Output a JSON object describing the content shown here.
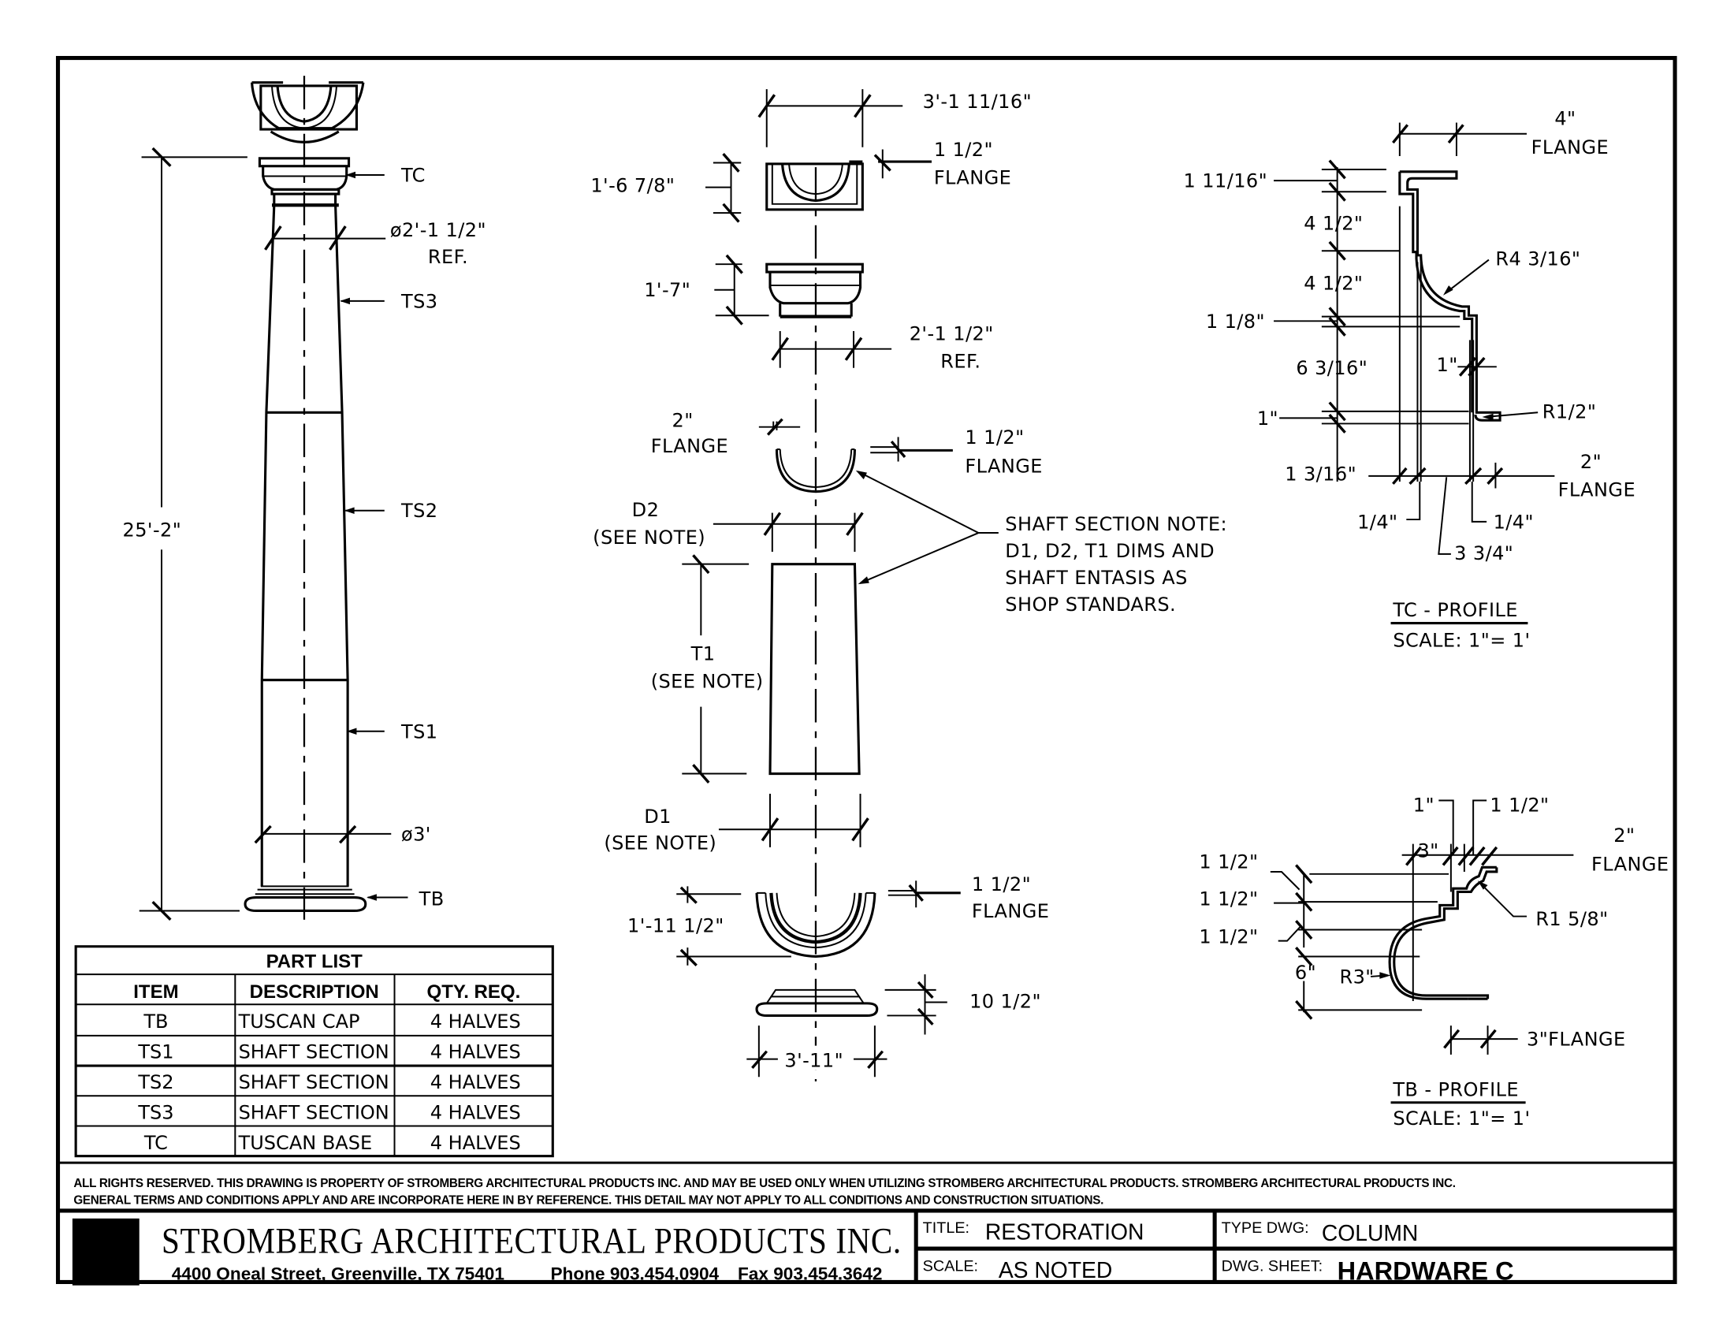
{
  "drawing": {
    "elevation": {
      "overall_height": "25'-2\"",
      "top_diameter": "ø2'-1 1/2\"",
      "top_diameter_note": "REF.",
      "bottom_diameter": "ø3'",
      "callouts": [
        "TC",
        "TS3",
        "TS2",
        "TS1",
        "TB"
      ]
    },
    "exploded": {
      "cap_width": "3'-1 11/16\"",
      "cap_height": "1'-6 7/8\"",
      "cap_flange": "1 1/2\"",
      "flange_word": "FLANGE",
      "capital_height": "1'-7\"",
      "capital_neck_dia": "2'-1 1/2\"",
      "ref_word": "REF.",
      "shaft_flange_left": "2\"",
      "shaft_flange_right": "1 1/2\"",
      "d2": "D2",
      "d1": "D1",
      "t1": "T1",
      "see_note": "(SEE NOTE)",
      "note_lines": [
        "SHAFT SECTION NOTE:",
        "D1, D2, T1 DIMS AND",
        "SHAFT ENTASIS AS",
        "SHOP STANDARS."
      ],
      "base_plan_height": "1'-11 1/2\"",
      "base_plan_flange": "1 1/2\"",
      "base_height": "10 1/2\"",
      "base_width": "3'-11\""
    },
    "tc_profile": {
      "flange_top": "4\"",
      "flange_word": "FLANGE",
      "d_1_11_16": "1 11/16\"",
      "d_4_1_2_a": "4 1/2\"",
      "d_4_1_2_b": "4 1/2\"",
      "d_1_1_8": "1 1/8\"",
      "d_6_3_16": "6 3/16\"",
      "d_1": "1\"",
      "d_1_inner": "1\"",
      "r_4_3_16": "R4 3/16\"",
      "r_1_2": "R1/2\"",
      "d_1_3_16": "1 3/16\"",
      "d_1_4_left": "1/4\"",
      "d_1_4_right": "1/4\"",
      "d_3_3_4": "3 3/4\"",
      "flange_bottom": "2\"",
      "title": "TC  -  PROFILE",
      "scale": "SCALE:  1\"=  1'"
    },
    "tb_profile": {
      "d_1": "1\"",
      "d_1_1_2_top": "1 1/2\"",
      "d_3": "3\"",
      "flange_top": "2\"",
      "flange_word": "FLANGE",
      "rise_1": "1 1/2\"",
      "rise_2": "1 1/2\"",
      "rise_3": "1 1/2\"",
      "d_6": "6\"",
      "r_3": "R3\"",
      "r_1_5_8": "R1 5/8\"",
      "flange_bottom": "3\"FLANGE",
      "title": "TB  -  PROFILE",
      "scale": "SCALE:  1\"=  1'"
    }
  },
  "part_list": {
    "title": "PART LIST",
    "headers": [
      "ITEM",
      "DESCRIPTION",
      "QTY. REQ."
    ],
    "rows": [
      [
        "TB",
        "TUSCAN  CAP",
        "4  HALVES"
      ],
      [
        "TS1",
        "SHAFT  SECTION",
        "4  HALVES"
      ],
      [
        "TS2",
        "SHAFT  SECTION",
        "4  HALVES"
      ],
      [
        "TS3",
        "SHAFT  SECTION",
        "4  HALVES"
      ],
      [
        "TC",
        "TUSCAN  BASE",
        "4  HALVES"
      ]
    ]
  },
  "disclaimer": [
    "ALL RIGHTS RESERVED. THIS DRAWING IS PROPERTY OF STROMBERG ARCHITECTURAL PRODUCTS INC. AND MAY BE USED ONLY WHEN UTILIZING STROMBERG ARCHITECTURAL PRODUCTS.  STROMBERG ARCHITECTURAL PRODUCTS INC.",
    "GENERAL TERMS AND CONDITIONS APPLY AND ARE INCORPORATE HERE IN BY REFERENCE.  THIS DETAIL MAY NOT APPLY TO ALL CONDITIONS AND CONSTRUCTION SITUATIONS."
  ],
  "title_block": {
    "company": "STROMBERG ARCHITECTURAL PRODUCTS INC.",
    "address": "4400 Oneal Street, Greenville, TX  75401",
    "phone": "Phone 903.454.0904",
    "fax": "Fax 903.454.3642",
    "title_label": "TITLE:",
    "title_value": "RESTORATION",
    "scale_label": "SCALE:",
    "scale_value": "AS NOTED",
    "type_label": "TYPE DWG:",
    "type_value": "COLUMN",
    "sheet_label": "DWG. SHEET:",
    "sheet_value": "HARDWARE C"
  }
}
